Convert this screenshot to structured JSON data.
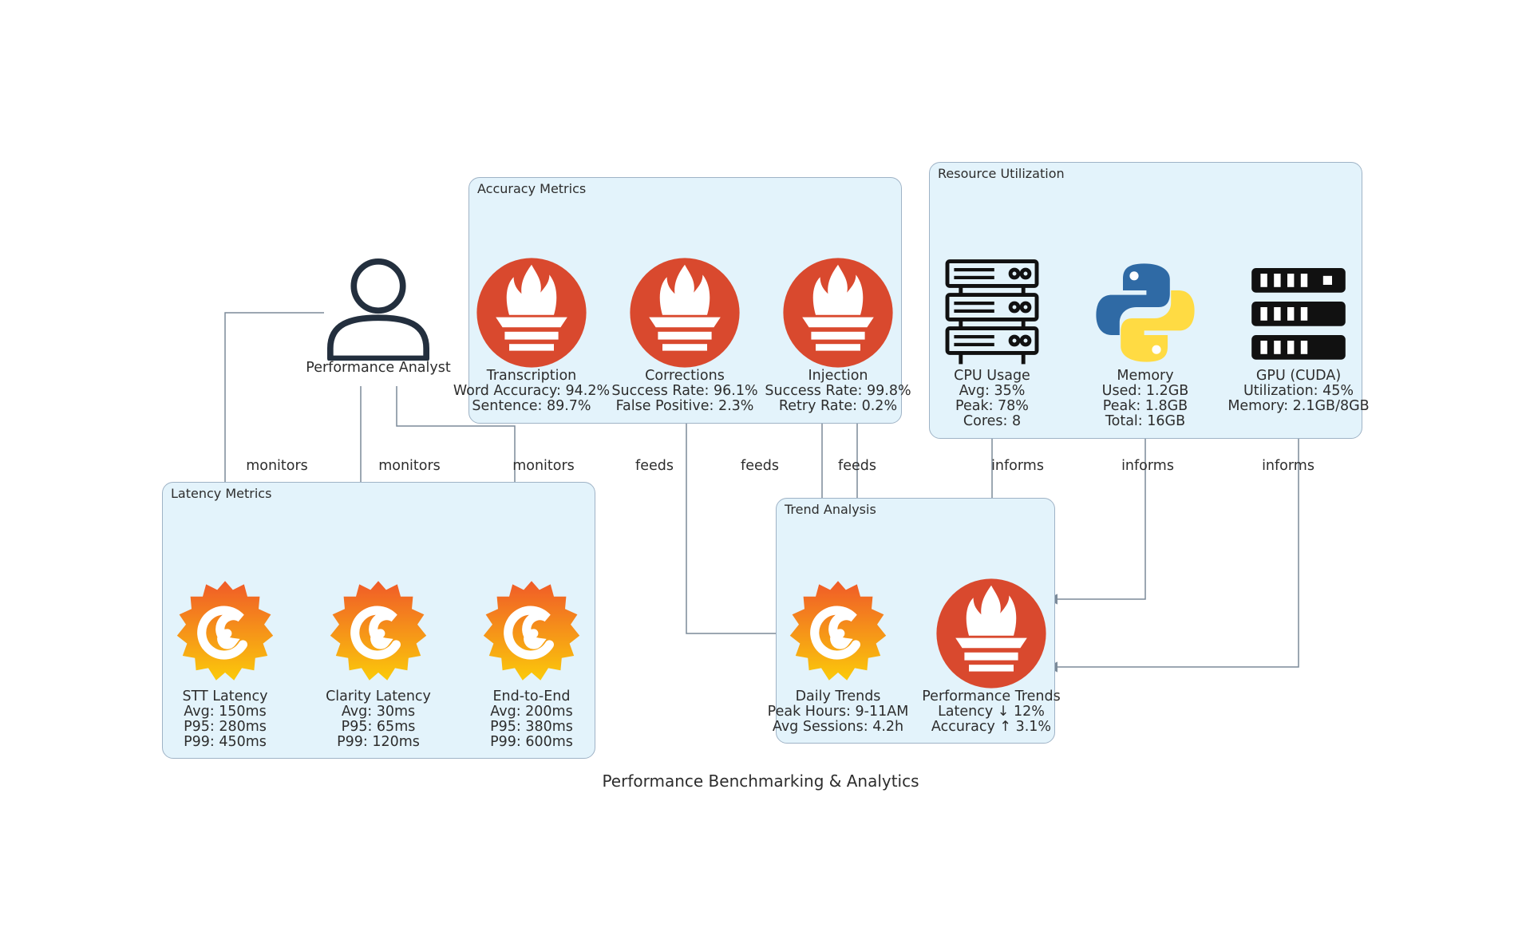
{
  "title": "Performance Benchmarking & Analytics",
  "colors": {
    "cluster_fill": "#e3f3fb",
    "cluster_border": "#9fb3c6",
    "edge": "#7b8a99",
    "prometheus": "#d9492e",
    "grafana_top": "#f05a28",
    "grafana_bottom": "#fbca0a"
  },
  "analyst": {
    "label": "Performance Analyst",
    "icon": "user-icon"
  },
  "clusters": {
    "latency": {
      "title": "Latency Metrics"
    },
    "accuracy": {
      "title": "Accuracy Metrics"
    },
    "resource": {
      "title": "Resource Utilization"
    },
    "trend": {
      "title": "Trend Analysis"
    }
  },
  "latency_nodes": [
    {
      "icon": "grafana-icon",
      "lines": [
        "STT Latency",
        "Avg: 150ms",
        "P95: 280ms",
        "P99: 450ms"
      ]
    },
    {
      "icon": "grafana-icon",
      "lines": [
        "Clarity Latency",
        "Avg: 30ms",
        "P95: 65ms",
        "P99: 120ms"
      ]
    },
    {
      "icon": "grafana-icon",
      "lines": [
        "End-to-End",
        "Avg: 200ms",
        "P95: 380ms",
        "P99: 600ms"
      ]
    }
  ],
  "accuracy_nodes": [
    {
      "icon": "prometheus-icon",
      "lines": [
        "Transcription",
        "Word Accuracy: 94.2%",
        "Sentence: 89.7%"
      ]
    },
    {
      "icon": "prometheus-icon",
      "lines": [
        "Corrections",
        "Success Rate: 96.1%",
        "False Positive: 2.3%"
      ]
    },
    {
      "icon": "prometheus-icon",
      "lines": [
        "Injection",
        "Success Rate: 99.8%",
        "Retry Rate: 0.2%"
      ]
    }
  ],
  "resource_nodes": [
    {
      "icon": "server-rack-icon",
      "lines": [
        "CPU Usage",
        "Avg: 35%",
        "Peak: 78%",
        "Cores: 8"
      ]
    },
    {
      "icon": "python-icon",
      "lines": [
        "Memory",
        "Used: 1.2GB",
        "Peak: 1.8GB",
        "Total: 16GB"
      ]
    },
    {
      "icon": "gpu-icon",
      "lines": [
        "GPU (CUDA)",
        "Utilization: 45%",
        "Memory: 2.1GB/8GB"
      ]
    }
  ],
  "trend_nodes": [
    {
      "icon": "grafana-icon",
      "lines": [
        "Daily Trends",
        "Peak Hours: 9-11AM",
        "Avg Sessions: 4.2h"
      ]
    },
    {
      "icon": "prometheus-icon",
      "lines": [
        "Performance Trends",
        "Latency ↓ 12%",
        "Accuracy ↑ 3.1%"
      ]
    }
  ],
  "edge_labels": {
    "monitors": [
      "monitors",
      "monitors",
      "monitors"
    ],
    "feeds": [
      "feeds",
      "feeds",
      "feeds"
    ],
    "informs": [
      "informs",
      "informs",
      "informs"
    ]
  }
}
